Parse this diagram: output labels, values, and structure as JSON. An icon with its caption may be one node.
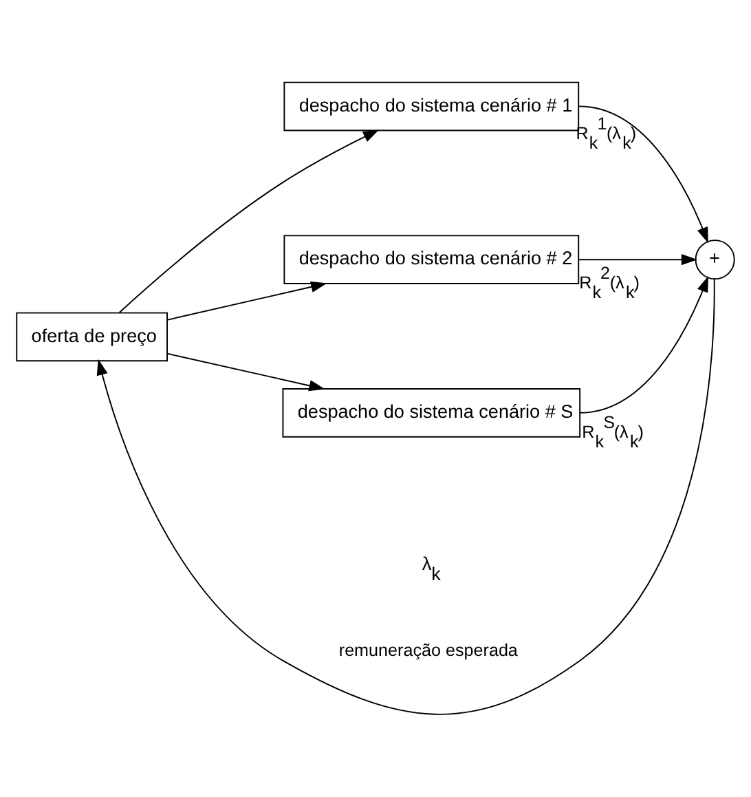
{
  "diagram": {
    "nodes": [
      {
        "text": [
          "oferta de preço"
        ]
      },
      {
        "text": [
          "despacho do sistema cenário # 1"
        ]
      },
      {
        "text": [
          "despacho do sistema cenário # 2"
        ]
      },
      {
        "text": [
          "despacho do sistema cenário # S"
        ]
      },
      {
        "text": [
          "+"
        ]
      }
    ],
    "edges": [
      {
        "from": 0,
        "to": 1,
        "arrow": "to"
      },
      {
        "from": 0,
        "to": 2,
        "arrow": "to"
      },
      {
        "from": 0,
        "to": 3,
        "arrow": "to"
      },
      {
        "from": 1,
        "to": 4,
        "arrow": "to",
        "label": "R$_{k}$$^{1}$(λ$_{k}$)"
      },
      {
        "from": 2,
        "to": 4,
        "arrow": "to",
        "label": "R$_{k}$$^{2}$(λ$_{k}$)"
      },
      {
        "from": 3,
        "to": 4,
        "arrow": "to",
        "label": "R$_{k}$$^{S}$(λ$_{k}$)"
      },
      {
        "from": 4,
        "to": 0,
        "arrow": "to",
        "label": "remuneração esperada"
      }
    ],
    "labels": [
      "λ$_{k}$"
    ]
  }
}
